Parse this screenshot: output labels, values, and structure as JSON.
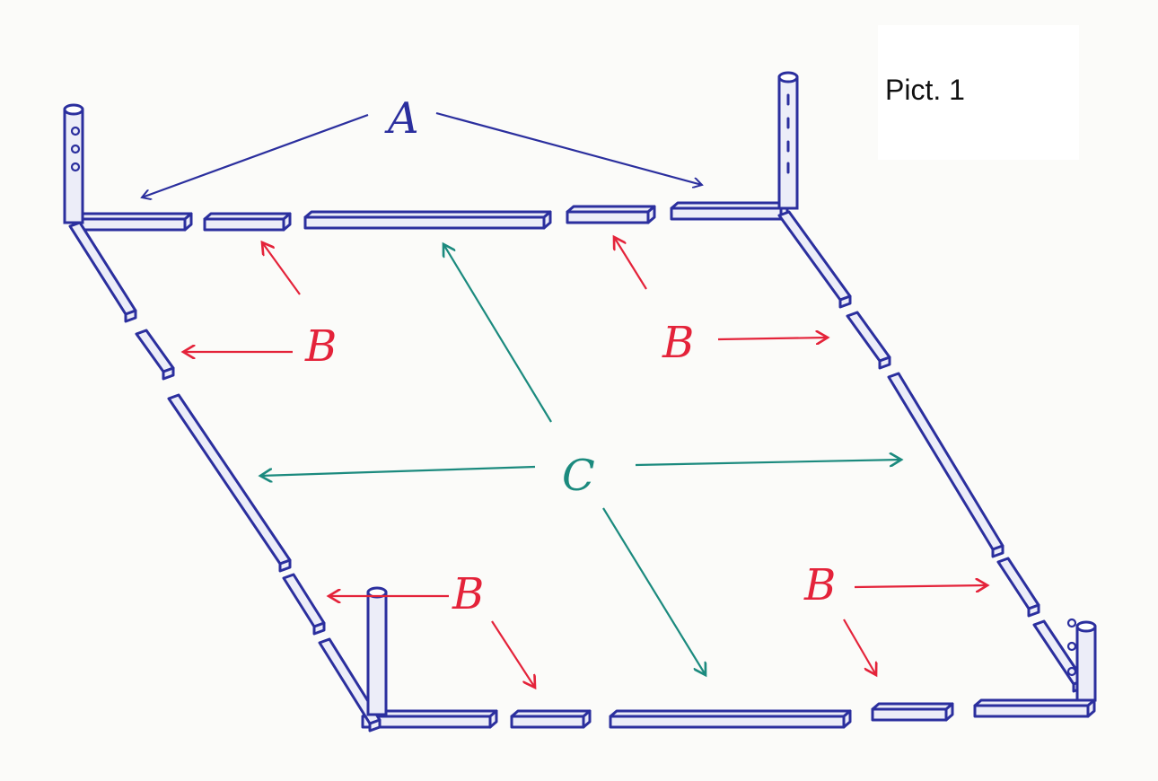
{
  "caption": "Pict. 1",
  "labels": {
    "a": "A",
    "b": "B",
    "c": "C"
  },
  "colors": {
    "frame": "#2b2f9e",
    "label_a": "#2b2f9e",
    "label_b": "#e4233a",
    "label_c": "#1b8a7e",
    "background": "#fbfbf9"
  }
}
